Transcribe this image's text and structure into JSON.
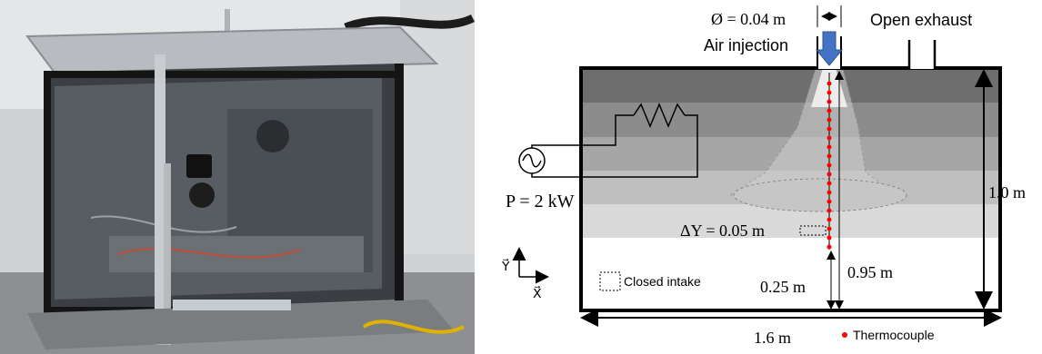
{
  "photo": {
    "description_icon": "experimental-chamber-photo"
  },
  "diagram": {
    "diameter_label": "Ø = 0.04 m",
    "air_injection_label": "Air injection",
    "open_exhaust_label": "Open exhaust",
    "power_label": "P = 2 kW",
    "delta_y_label": "ΔY = 0.05 m",
    "closed_intake_label": "Closed intake",
    "intake_height_label": "0.25 m",
    "probe_height_label": "0.95 m",
    "height_label": "1.0 m",
    "width_label": "1.6 m",
    "thermocouple_label": "Thermocouple",
    "axis_y_label": "Y⃗",
    "axis_x_label": "X⃗",
    "colors": {
      "layer_1": "#6e6e6e",
      "layer_2": "#8c8c8c",
      "layer_3": "#a6a6a6",
      "layer_4": "#bfbfbf",
      "layer_5": "#d9d9d9",
      "layer_6": "#ffffff",
      "thermocouple": "#ff0000",
      "arrow": "#4472c4"
    }
  }
}
